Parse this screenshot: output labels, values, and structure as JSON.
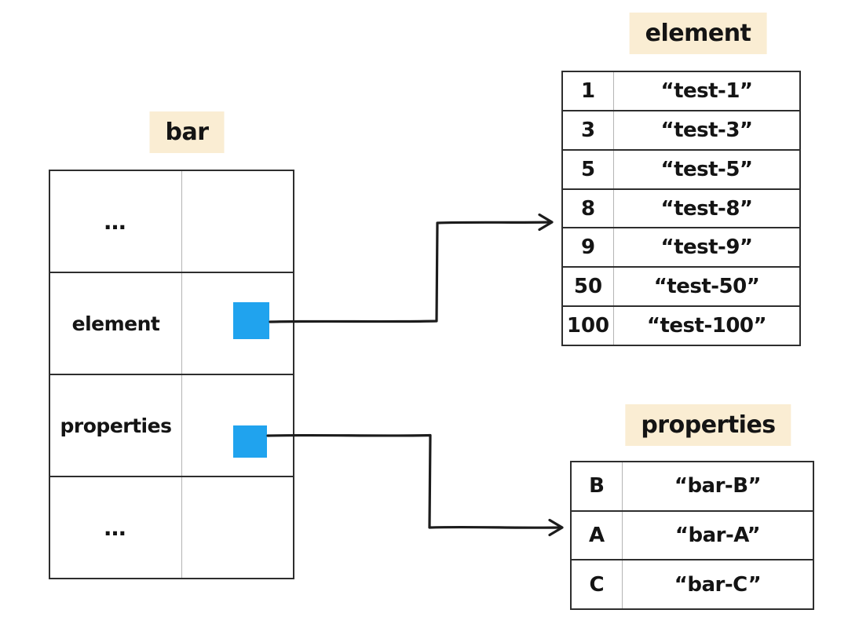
{
  "colors": {
    "label_bg": "#FAEDD3",
    "pointer_blue": "#20A3EE",
    "line": "#1c1c1c"
  },
  "bar": {
    "label": "bar",
    "rows": [
      {
        "key": "…"
      },
      {
        "key": "element"
      },
      {
        "key": "properties"
      },
      {
        "key": "…"
      }
    ]
  },
  "element": {
    "label": "element",
    "rows": [
      {
        "key": "1",
        "value": "“test-1”"
      },
      {
        "key": "3",
        "value": "“test-3”"
      },
      {
        "key": "5",
        "value": "“test-5”"
      },
      {
        "key": "8",
        "value": "“test-8”"
      },
      {
        "key": "9",
        "value": "“test-9”"
      },
      {
        "key": "50",
        "value": "“test-50”"
      },
      {
        "key": "100",
        "value": "“test-100”"
      }
    ]
  },
  "properties": {
    "label": "properties",
    "rows": [
      {
        "key": "B",
        "value": "“bar-B”"
      },
      {
        "key": "A",
        "value": "“bar-A”"
      },
      {
        "key": "C",
        "value": "“bar-C”"
      }
    ]
  }
}
